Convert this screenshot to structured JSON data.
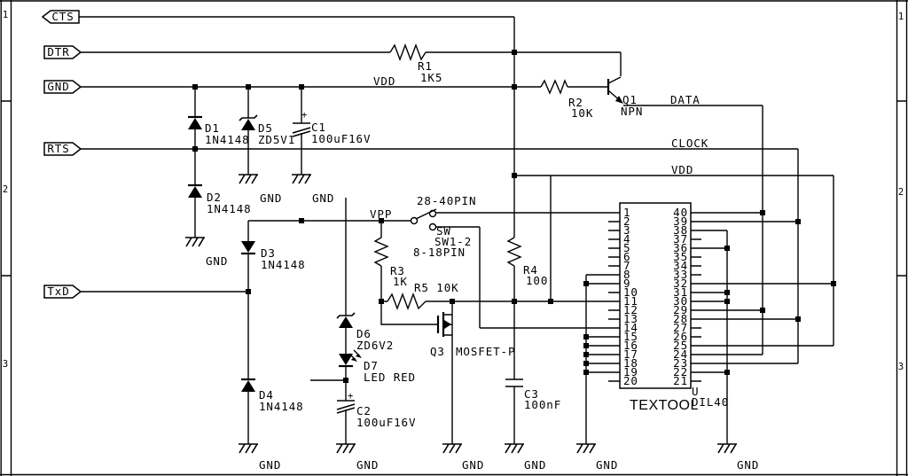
{
  "frame": {
    "rows_left": [
      "1",
      "2",
      "3"
    ],
    "rows_right": [
      "1",
      "2",
      "3"
    ]
  },
  "connectors": {
    "cts": "CTS",
    "dtr": "DTR",
    "gnd": "GND",
    "rts": "RTS",
    "txd": "TxD"
  },
  "net_labels": {
    "vdd_rail": "VDD",
    "vpp": "VPP",
    "data": "DATA",
    "clock": "CLOCK",
    "vdd_right": "VDD"
  },
  "components": {
    "r1": {
      "ref": "R1",
      "value": "1K5"
    },
    "r2": {
      "ref": "R2",
      "value": "10K"
    },
    "r3": {
      "ref": "R3",
      "value": "1K"
    },
    "r4": {
      "ref": "R4",
      "value": "100"
    },
    "r5": {
      "ref": "R5 10K"
    },
    "d1": {
      "ref": "D1",
      "value": "1N4148"
    },
    "d2": {
      "ref": "D2",
      "value": "1N4148"
    },
    "d3": {
      "ref": "D3",
      "value": "1N4148"
    },
    "d4": {
      "ref": "D4",
      "value": "1N4148"
    },
    "d5": {
      "ref": "D5",
      "value": "ZD5V1"
    },
    "d6": {
      "ref": "D6",
      "value": "ZD6V2"
    },
    "d7": {
      "ref": "D7",
      "value": "LED RED"
    },
    "c1": {
      "ref": "C1",
      "value": "100uF16V"
    },
    "c2": {
      "ref": "C2",
      "value": "100uF16V"
    },
    "c3": {
      "ref": "C3",
      "value": "100nF"
    },
    "q1": {
      "ref": "Q1",
      "value": "NPN"
    },
    "q3": {
      "ref": "Q3",
      "value": "MOSFET-P"
    },
    "sw": {
      "ref": "SW",
      "value": "SW1-2",
      "pos_top": "28-40PIN",
      "pos_bottom": "8-18PIN"
    },
    "u": {
      "ref": "U",
      "value": "DIL40",
      "socket_name": "TEXTOOL"
    }
  },
  "socket": {
    "left_pins": [
      "1",
      "2",
      "3",
      "4",
      "5",
      "6",
      "7",
      "8",
      "9",
      "10",
      "11",
      "12",
      "13",
      "14",
      "15",
      "16",
      "17",
      "18",
      "19",
      "20"
    ],
    "right_pins": [
      "40",
      "39",
      "38",
      "37",
      "36",
      "35",
      "34",
      "33",
      "32",
      "31",
      "30",
      "29",
      "28",
      "27",
      "26",
      "25",
      "24",
      "23",
      "22",
      "21"
    ]
  },
  "gnd_label": "GND",
  "plus_label": "+",
  "colors": {
    "ink": "#000000",
    "paper": "#ffffff"
  }
}
